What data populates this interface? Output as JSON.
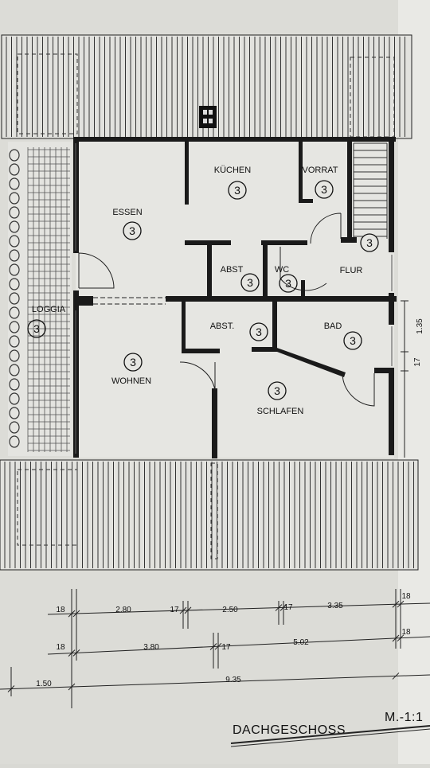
{
  "plan": {
    "title": "DACHGESCHOSS",
    "scale": "M.-1:1",
    "rooms": [
      {
        "name": "KÜCHEN",
        "num": "3"
      },
      {
        "name": "VORRAT",
        "num": "3"
      },
      {
        "name": "ESSEN",
        "num": "3"
      },
      {
        "name": "ABST",
        "num": "3"
      },
      {
        "name": "WC",
        "num": "3"
      },
      {
        "name": "FLUR",
        "num": "3"
      },
      {
        "name": "LOGGIA",
        "num": "3"
      },
      {
        "name": "ABST.",
        "num": "3"
      },
      {
        "name": "BAD",
        "num": "3"
      },
      {
        "name": "WOHNEN",
        "num": "3"
      },
      {
        "name": "SCHLAFEN",
        "num": "3"
      }
    ],
    "stair_num": "3",
    "side_dims": {
      "a": "1.35",
      "b": "17"
    },
    "dim_row1": [
      "18",
      "2.80",
      "17",
      "2.50",
      "17",
      "3.35",
      "18"
    ],
    "dim_row2": [
      "18",
      "3.80",
      "17",
      "5.02",
      "18"
    ],
    "dim_row3": [
      "1.50",
      "9.35"
    ]
  }
}
